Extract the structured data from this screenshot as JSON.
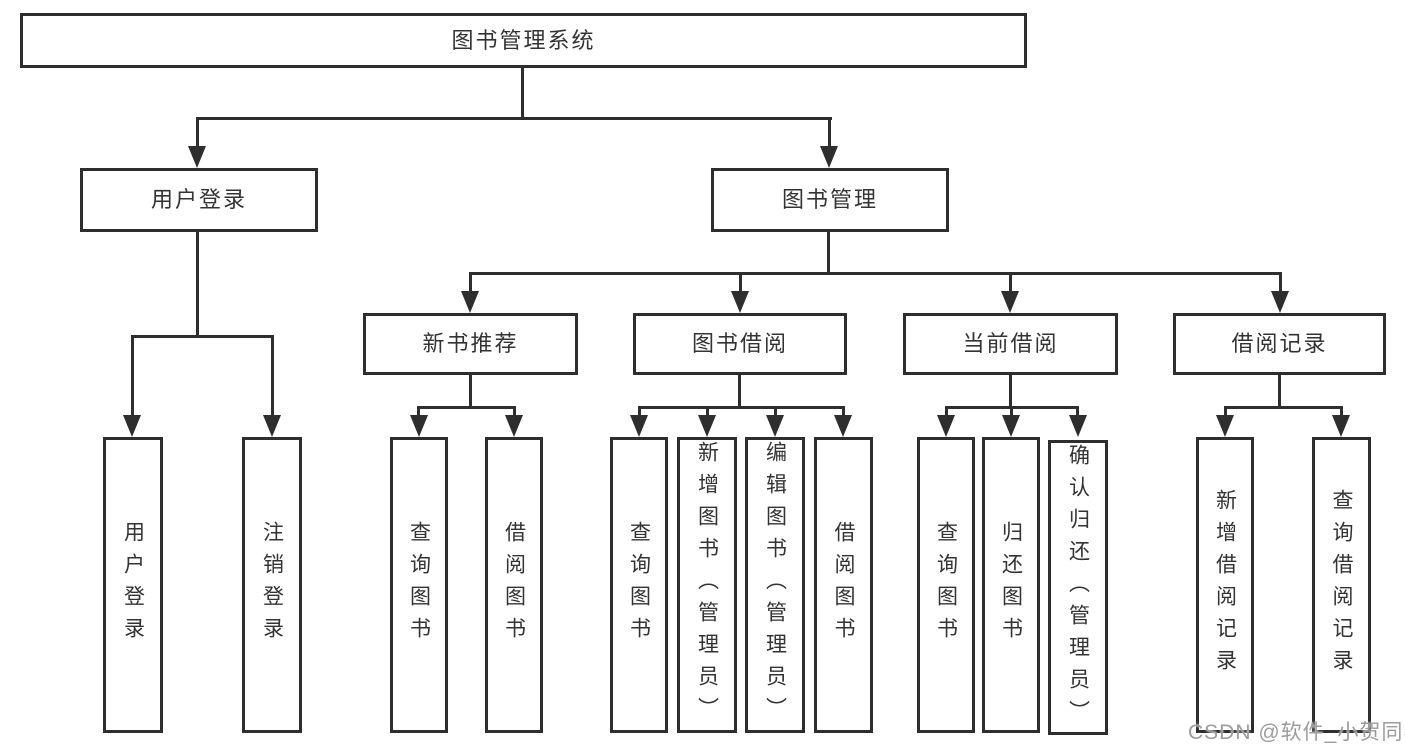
{
  "colors": {
    "line": "#2e2e2e",
    "text": "#333333",
    "watermark": "#9c9c9c",
    "background": "#ffffff"
  },
  "watermark": {
    "text": "CSDN @软件_小贺同学"
  },
  "diagram": {
    "root": {
      "label": "图书管理系统"
    },
    "branches": [
      {
        "label": "用户登录",
        "children": [
          {
            "label": "用户登录"
          },
          {
            "label": "注销登录"
          }
        ]
      },
      {
        "label": "图书管理",
        "children": [
          {
            "label": "新书推荐",
            "children": [
              {
                "label": "查询图书"
              },
              {
                "label": "借阅图书"
              }
            ]
          },
          {
            "label": "图书借阅",
            "children": [
              {
                "label": "查询图书"
              },
              {
                "label": "新增图书（管理员）"
              },
              {
                "label": "编辑图书（管理员）"
              },
              {
                "label": "借阅图书"
              }
            ]
          },
          {
            "label": "当前借阅",
            "children": [
              {
                "label": "查询图书"
              },
              {
                "label": "归还图书"
              },
              {
                "label": "确认归还（管理员）"
              }
            ]
          },
          {
            "label": "借阅记录",
            "children": [
              {
                "label": "新增借阅记录"
              },
              {
                "label": "查询借阅记录"
              }
            ]
          }
        ]
      }
    ]
  }
}
